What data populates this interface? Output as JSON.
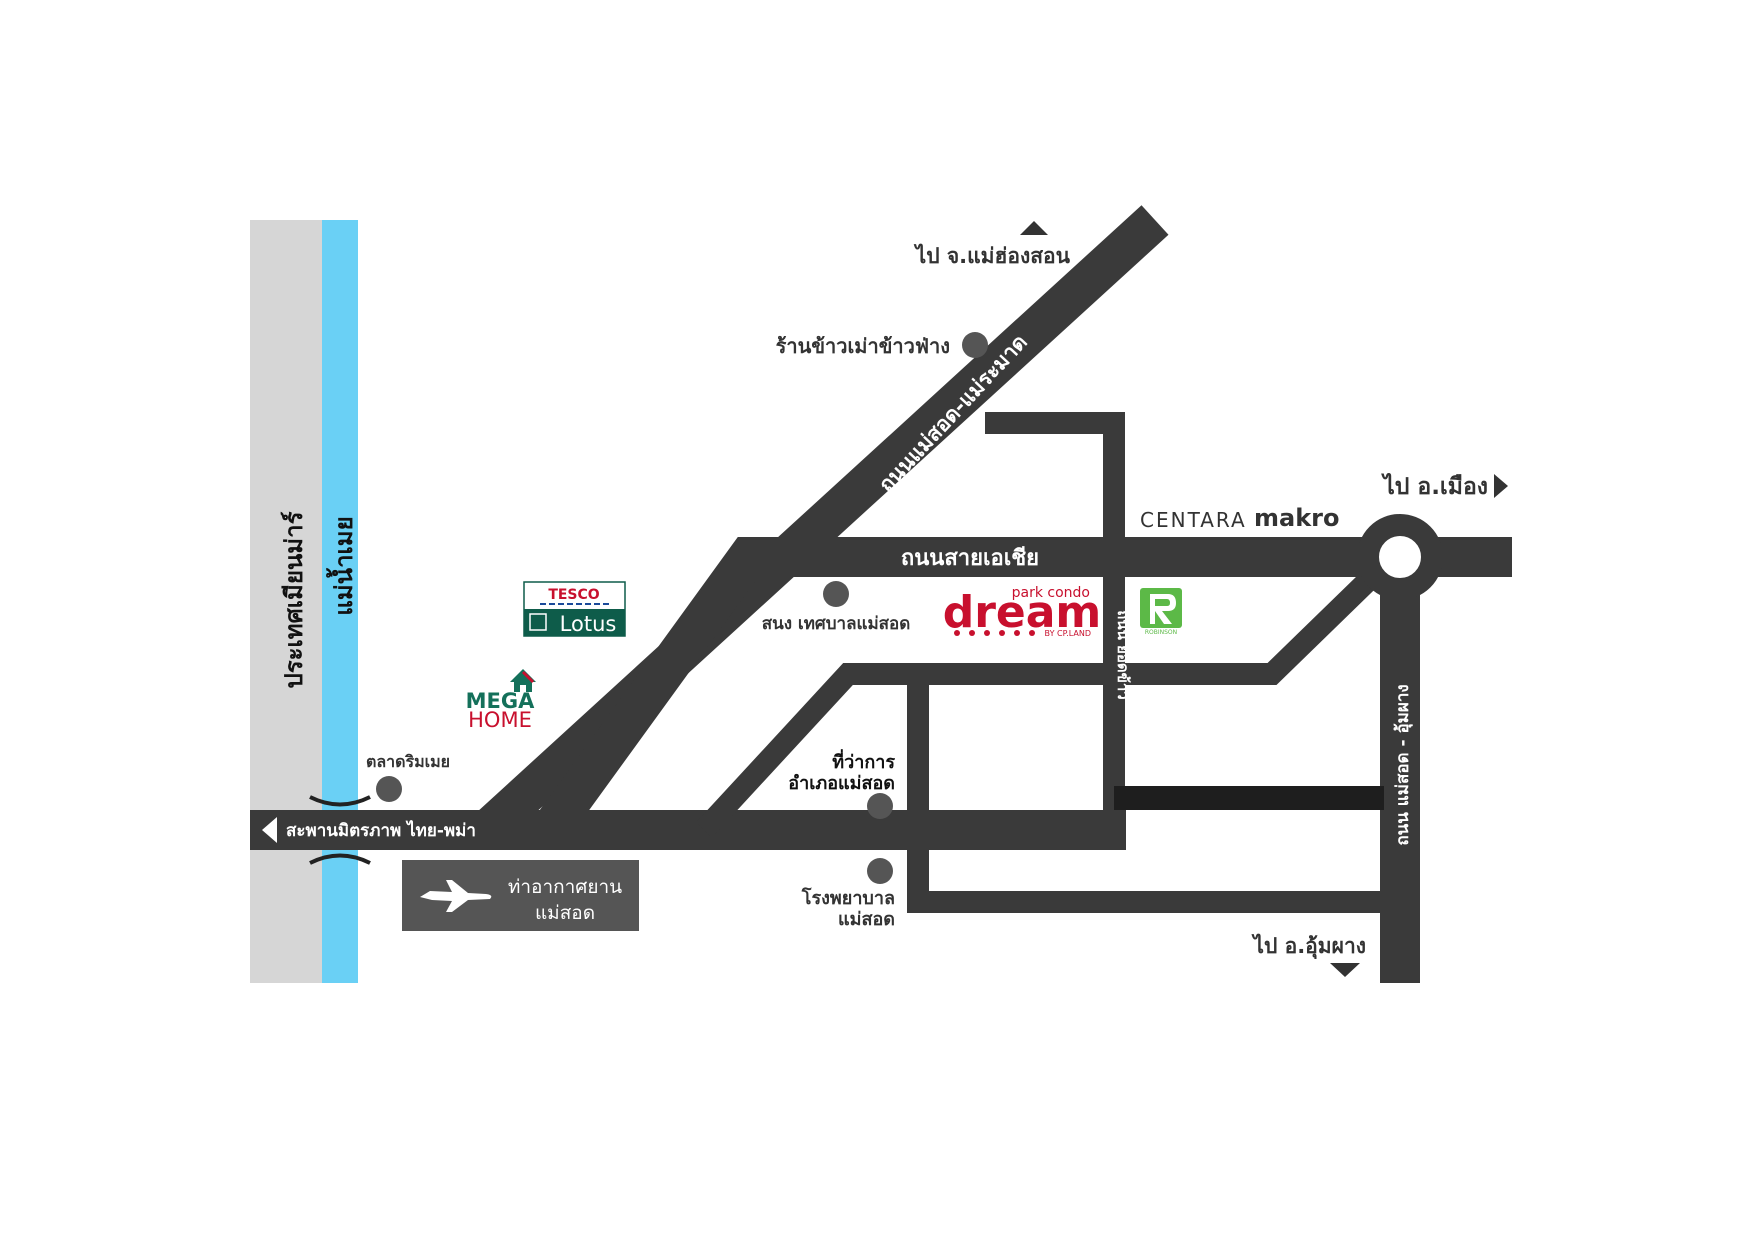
{
  "regions": {
    "myanmar": "ประเทศเมียนม่าร์",
    "river": "แม่น้ำเมย"
  },
  "roads": {
    "mae_sot_mae_ramat": "ถนนแม่สอด-แม่ระมาด",
    "asia_road": "ถนนสายเอเชีย",
    "yod_khao": "ถนน ยอดข้าว",
    "mae_sot_umphang": "ถนน แม่สอด - อุ้มผาง",
    "friendship_bridge": "สะพานมิตรภาพ ไทย-พม่า"
  },
  "directions": {
    "mae_hong_son": "ไป จ.แม่ฮ่องสอน",
    "mueang": "ไป อ.เมือง",
    "umphang": "ไป อ.อุ้มผาง"
  },
  "landmarks": {
    "restaurant": "ร้านข้าวเม่าข้าวฟ่าง",
    "market": "ตลาดริมเมย",
    "stadium": "สนง เทศบาลแม่สอด",
    "district_office_line1": "ที่ว่าการ",
    "district_office_line2": "อำเภอแม่สอด",
    "hospital_line1": "โรงพยาบาล",
    "hospital_line2": "แม่สอด",
    "airport_line1": "ท่าอากาศยาน",
    "airport_line2": "แม่สอด"
  },
  "brands": {
    "tesco": "TESCO",
    "lotus": "Lotus",
    "mega": "MEGA",
    "home": "HOME",
    "centara": "CENTARA",
    "makro": "makro",
    "dream_top": "park condo",
    "dream": "dream",
    "dream_by": "BY CP.LAND",
    "robinson": "ROBINSON"
  },
  "colors": {
    "road": "#3a3a3a",
    "river": "#6ad0f5",
    "myanmar": "#d6d6d6",
    "poi": "#555555",
    "dream_red": "#c8102e",
    "tesco_green": "#0e5c4a",
    "mega_green": "#14705a",
    "robinson_green": "#5cb947"
  }
}
